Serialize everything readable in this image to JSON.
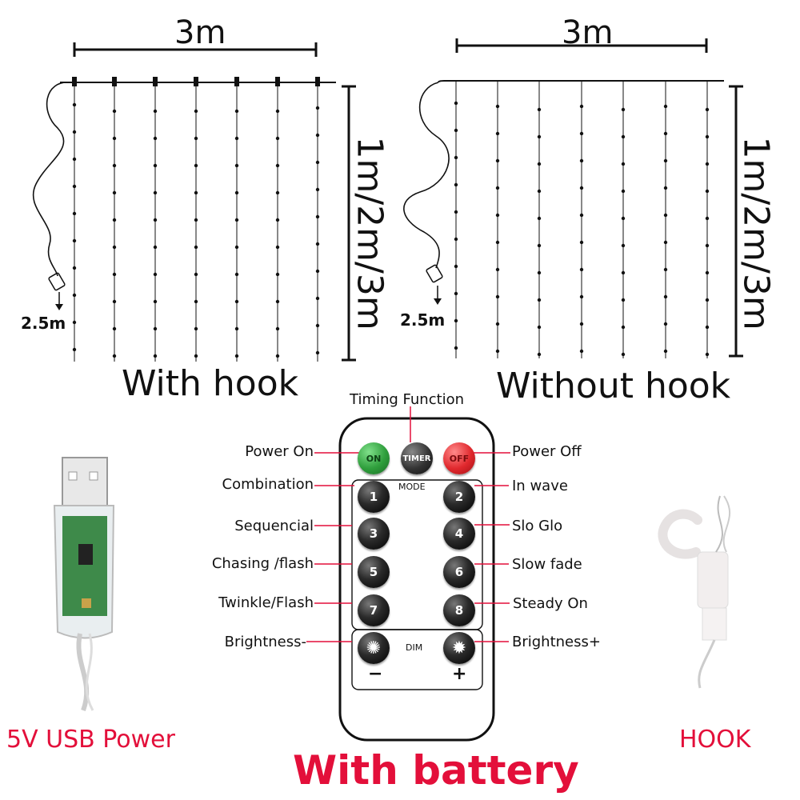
{
  "left_panel": {
    "width_label": "3m",
    "height_label": "1m/2m/3m",
    "cable_label": "2.5m",
    "caption": "With hook"
  },
  "right_panel": {
    "width_label": "3m",
    "height_label": "1m/2m/3m",
    "cable_label": "2.5m",
    "caption": "Without hook"
  },
  "remote": {
    "top_label": "Timing Function",
    "mode_label": "MODE",
    "dim_label": "DIM",
    "minus": "−",
    "plus": "+",
    "buttons": {
      "on": "ON",
      "timer": "TIMER",
      "off": "OFF",
      "b1": "1",
      "b2": "2",
      "b3": "3",
      "b4": "4",
      "b5": "5",
      "b6": "6",
      "b7": "7",
      "b8": "8"
    },
    "left_labels": [
      "Power On",
      "Combination",
      "Sequencial",
      "Chasing /flash",
      "Twinkle/Flash",
      "Brightness-"
    ],
    "right_labels": [
      "Power Off",
      "In wave",
      "Slo Glo",
      "Slow fade",
      "Steady On",
      "Brightness+"
    ]
  },
  "usb_caption": "5V USB Power",
  "hook_caption": "HOOK",
  "battery_caption": "With battery",
  "colors": {
    "accent": "#e30f3a",
    "ink": "#111111"
  }
}
